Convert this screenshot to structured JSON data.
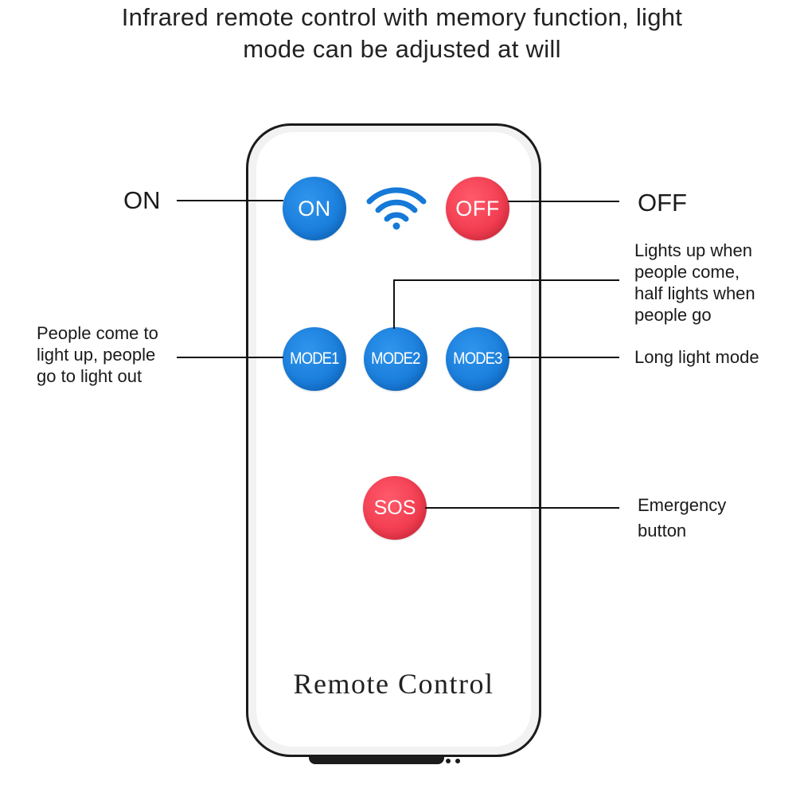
{
  "headline": {
    "line1": "Infrared remote control with memory function, light",
    "line2": "mode can be adjusted at will"
  },
  "remote": {
    "brand_text": "Remote Control",
    "buttons": {
      "on": "ON",
      "off": "OFF",
      "mode1": "MODE1",
      "mode2": "MODE2",
      "mode3": "MODE3",
      "sos": "SOS"
    },
    "signal_icon": "wifi-signal-icon",
    "colors": {
      "blue": "#1679d8",
      "red": "#f0374b",
      "body": "#1b1b1b"
    }
  },
  "callouts": {
    "on": "ON",
    "off": "OFF",
    "mode2": [
      "Lights up when",
      "people come,",
      "half lights when",
      "people go"
    ],
    "mode1": [
      "People come to",
      "light up, people",
      "go to light out"
    ],
    "mode3": "Long light mode",
    "sos": [
      "Emergency",
      "button"
    ]
  }
}
